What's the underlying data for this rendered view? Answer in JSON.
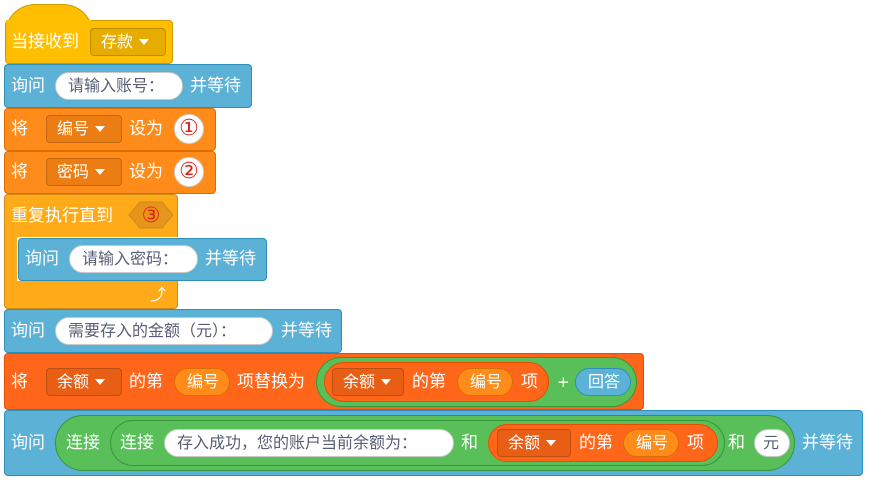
{
  "palette": {
    "events": "#ffbf00",
    "sensing": "#5cb1d6",
    "variables": "#ff8c1a",
    "control": "#ffab19",
    "list": "#ff661a",
    "operators": "#59c059"
  },
  "hat": {
    "label": "当接收到",
    "message": "存款"
  },
  "ask_account": {
    "verb": "询问",
    "prompt": "请输入账号：",
    "wait": "并等待"
  },
  "set_id": {
    "verb": "将",
    "var": "编号",
    "set_to": "设为",
    "blank": "①"
  },
  "set_pwd": {
    "verb": "将",
    "var": "密码",
    "set_to": "设为",
    "blank": "②"
  },
  "repeat": {
    "label": "重复执行直到",
    "blank": "③",
    "arrow": "⤴"
  },
  "ask_pwd": {
    "verb": "询问",
    "prompt": "请输入密码：",
    "wait": "并等待"
  },
  "ask_amount": {
    "verb": "询问",
    "prompt": "需要存入的金额（元）：",
    "wait": "并等待"
  },
  "replace": {
    "verb": "将",
    "list": "余额",
    "of_nth": "的第",
    "index": "编号",
    "replace_with": "项替换为",
    "inner_list": "余额",
    "inner_of_nth": "的第",
    "inner_index": "编号",
    "inner_item": "项",
    "plus": "+",
    "answer": "回答"
  },
  "ask_final": {
    "verb": "询问",
    "join": "连接",
    "join2": "连接",
    "text": "存入成功，您的账户当前余额为：",
    "and1": "和",
    "list": "余额",
    "of_nth": "的第",
    "index": "编号",
    "item": "项",
    "and2": "和",
    "unit": "元",
    "wait": "并等待"
  }
}
